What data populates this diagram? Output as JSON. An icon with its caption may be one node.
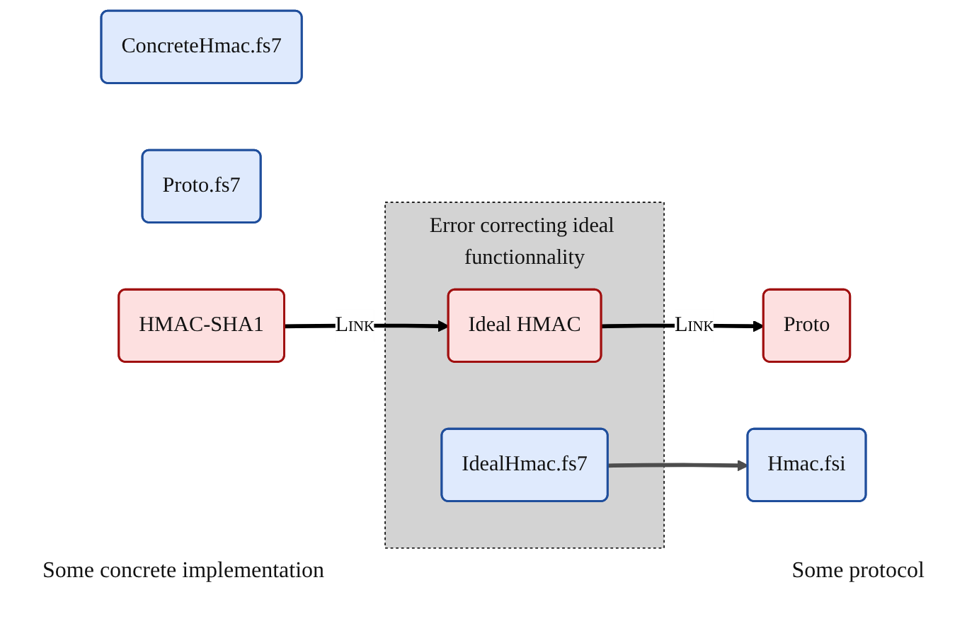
{
  "diagram": {
    "nodes": [
      {
        "text": [
          "Hmac.fsi"
        ]
      },
      {
        "text": [
          "ConcreteHmac.fs7"
        ]
      },
      {
        "text": [
          "Error correcting ideal functionnality"
        ]
      },
      {
        "text": [
          "IdealHmac.fs7"
        ],
        "in": 2
      },
      {
        "text": [
          "Proto.fs7"
        ]
      },
      {
        "text": [
          "HMAC-SHA1"
        ]
      },
      {
        "text": [
          "Ideal HMAC"
        ],
        "in": 2
      },
      {
        "text": [
          "Proto"
        ]
      }
    ],
    "edges": [
      {
        "from": 3,
        "to": 0,
        "arrow": "to",
        "color": "#4d4d4d"
      },
      {
        "from": 5,
        "to": 6,
        "arrow": "to",
        "label": "Link"
      },
      {
        "from": 6,
        "to": 7,
        "arrow": "to",
        "label": "Link"
      }
    ],
    "labels": [
      "Some concrete implementation",
      "Some protocol"
    ]
  }
}
